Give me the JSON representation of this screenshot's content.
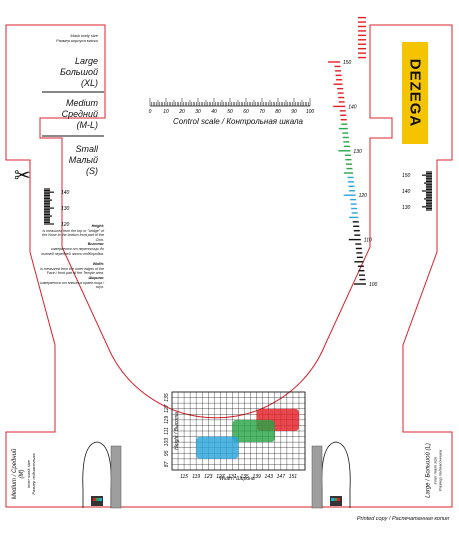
{
  "size_header": {
    "en": "Mask body size",
    "ru": "Размер корпуса маски"
  },
  "sizes": [
    {
      "en": "Large",
      "ru": "Большой",
      "code": "(XL)"
    },
    {
      "en": "Medium",
      "ru": "Средний",
      "code": "(M-L)"
    },
    {
      "en": "Small",
      "ru": "Малый",
      "code": "(S)"
    }
  ],
  "control_scale": {
    "label": "Control scale / Контрольная шкала",
    "ticks": [
      "0",
      "10",
      "20",
      "30",
      "40",
      "50",
      "60",
      "70",
      "80",
      "90",
      "100"
    ]
  },
  "brand": {
    "logo": "DEZEGA",
    "accent": "#f5c400"
  },
  "left_height_scale": [
    "140",
    "130",
    "120"
  ],
  "main_height_scale": [
    "150",
    "140",
    "130",
    "120",
    "110",
    "100"
  ],
  "right_height_scale": [
    "150",
    "140",
    "130"
  ],
  "color_scale": [
    "#e21e26",
    "#2aa448",
    "#2ba5dc"
  ],
  "instructions": {
    "height_title": "Height:",
    "height_en": "is measured from the top or \"bridge\" of the Nose to the bottom front part of the Chin.",
    "height_ru_title": "Высота:",
    "height_ru": "измеряется от переносицы до нижней передней части подбородка.",
    "width_title": "Width:",
    "width_en": "is measured from the outer edges of the Face / front part of the Temple area.",
    "width_ru_title": "Ширина:",
    "width_ru": "измеряется от внешних краев лица / скул."
  },
  "chart_data": {
    "type": "heatmap",
    "xlabel": "Width / Ширина",
    "ylabel": "Height / Высота",
    "x_ticks": [
      "115",
      "119",
      "123",
      "127",
      "131",
      "135",
      "139",
      "143",
      "147",
      "151"
    ],
    "y_ticks": [
      "87",
      "95",
      "103",
      "111",
      "119",
      "127",
      "135"
    ],
    "regions": [
      {
        "color": "#e21e26",
        "x": [
          139,
          153
        ],
        "y": [
          111,
          127
        ]
      },
      {
        "color": "#2aa448",
        "x": [
          131,
          145
        ],
        "y": [
          103,
          119
        ]
      },
      {
        "color": "#2ba5dc",
        "x": [
          119,
          133
        ],
        "y": [
          91,
          107
        ]
      }
    ]
  },
  "bottom_left": {
    "title": "Medium / Средний (M)",
    "sub_en": "inner mask size",
    "sub_ru": "Размер подмасочника"
  },
  "bottom_right": {
    "title": "Large / Большой (L)",
    "sub_en": "inner mask size",
    "sub_ru": "Размер подмасочника"
  },
  "footer": {
    "text": "Printed copy / Распечатанная копия"
  }
}
